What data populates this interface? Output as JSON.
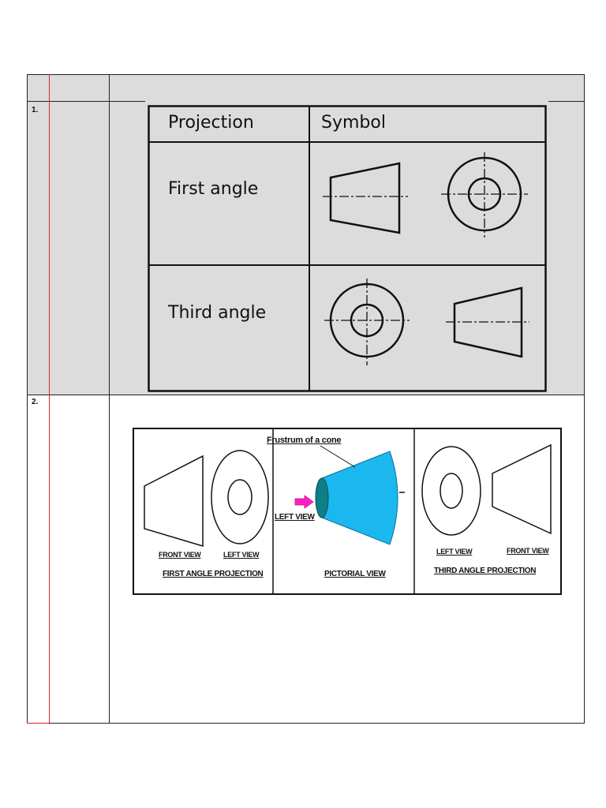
{
  "rows": [
    {
      "number": "1."
    },
    {
      "number": "2."
    }
  ],
  "symbol_table": {
    "header_projection": "Projection",
    "header_symbol": "Symbol",
    "row1_label": "First angle",
    "row2_label": "Third angle"
  },
  "figure2": {
    "frustrum_label": "Frustrum of a cone",
    "left_view_arrow_label": "LEFT VIEW",
    "first_front_view": "FRONT VIEW",
    "first_left_view": "LEFT VIEW",
    "first_caption": "FIRST ANGLE PROJECTION",
    "pictorial_caption": "PICTORIAL VIEW",
    "third_left_view": "LEFT VIEW",
    "third_front_view": "FRONT VIEW",
    "third_caption": "THIRD ANGLE PROJECTION"
  },
  "colors": {
    "cone_fill": "#1ab8ee",
    "cone_end": "#0e7f86",
    "arrow": "#ff1fbf",
    "margin_line": "#e02020",
    "row_shade": "#dcdcdc"
  }
}
